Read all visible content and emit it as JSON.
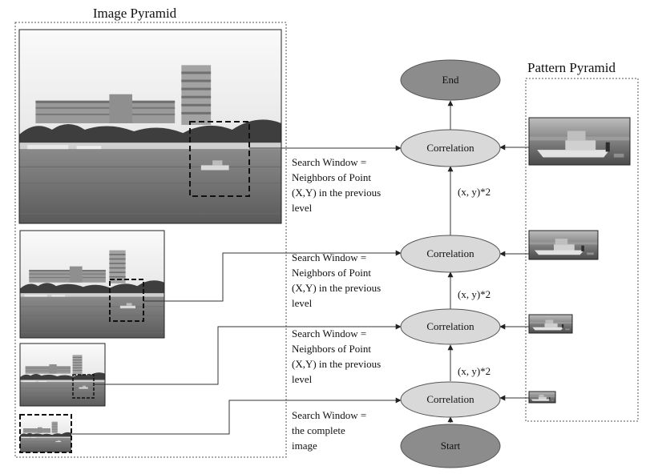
{
  "titles": {
    "image_pyramid": "Image Pyramid",
    "pattern_pyramid": "Pattern Pyramid"
  },
  "nodes": {
    "end": "End",
    "start": "Start",
    "correlation": [
      "Correlation",
      "Correlation",
      "Correlation",
      "Correlation"
    ]
  },
  "scale_labels": [
    "(x, y)*2",
    "(x, y)*2",
    "(x, y)*2"
  ],
  "search_windows": [
    [
      "Search Window =",
      "Neighbors of Point",
      "(X,Y) in the previous",
      "level"
    ],
    [
      "Search Window =",
      "Neighbors of Point",
      "(X,Y) in the previous",
      "level"
    ],
    [
      "Search Window =",
      "Neighbors of Point",
      "(X,Y) in the previous",
      "level"
    ],
    [
      "Search Window =",
      "the complete",
      "image"
    ]
  ],
  "colors": {
    "correlation_fill": "#d9d9d9",
    "terminal_fill": "#8c8c8c",
    "line": "#333333"
  },
  "icons": {
    "pyramid_images": "harbor-photo",
    "pattern_images": "boat-patch"
  }
}
